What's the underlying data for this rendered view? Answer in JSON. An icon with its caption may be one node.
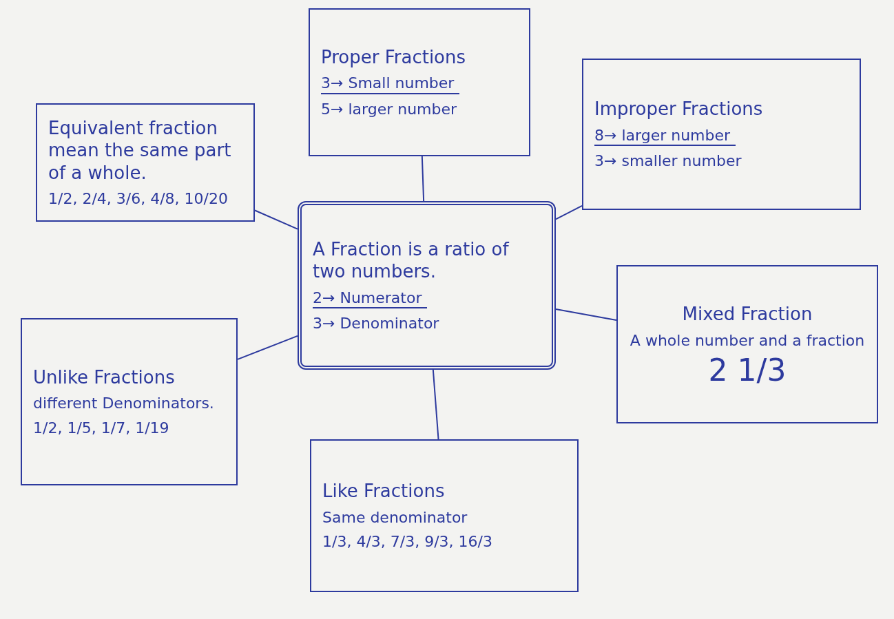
{
  "diagram": {
    "nodes": [
      {
        "text": [
          "Proper Fractions",
          "3→ Small number",
          "5→ larger number"
        ]
      },
      {
        "text": [
          "Equivalent fraction mean the same part of a whole.",
          "1/2, 2/4, 3/6, 4/8, 10/20"
        ]
      },
      {
        "text": [
          "Improper Fractions",
          "8→ larger number",
          "3→ smaller number"
        ]
      },
      {
        "text": [
          "A Fraction is a ratio of two numbers.",
          "2→ Numerator",
          "3→ Denominator"
        ]
      },
      {
        "text": [
          "Mixed Fraction",
          "A whole number and a fraction",
          "2 1/3"
        ]
      },
      {
        "text": [
          "Unlike Fractions",
          "different Denominators.",
          "1/2, 1/5, 1/7, 1/19"
        ]
      },
      {
        "text": [
          "Like Fractions",
          "Same denominator",
          "1/3, 4/3, 7/3, 9/3, 16/3"
        ]
      }
    ],
    "edges": [
      {
        "from": 3,
        "to": 0,
        "arrow": "none"
      },
      {
        "from": 3,
        "to": 1,
        "arrow": "none"
      },
      {
        "from": 3,
        "to": 2,
        "arrow": "none"
      },
      {
        "from": 3,
        "to": 4,
        "arrow": "none"
      },
      {
        "from": 3,
        "to": 5,
        "arrow": "none"
      },
      {
        "from": 3,
        "to": 6,
        "arrow": "none"
      }
    ]
  }
}
